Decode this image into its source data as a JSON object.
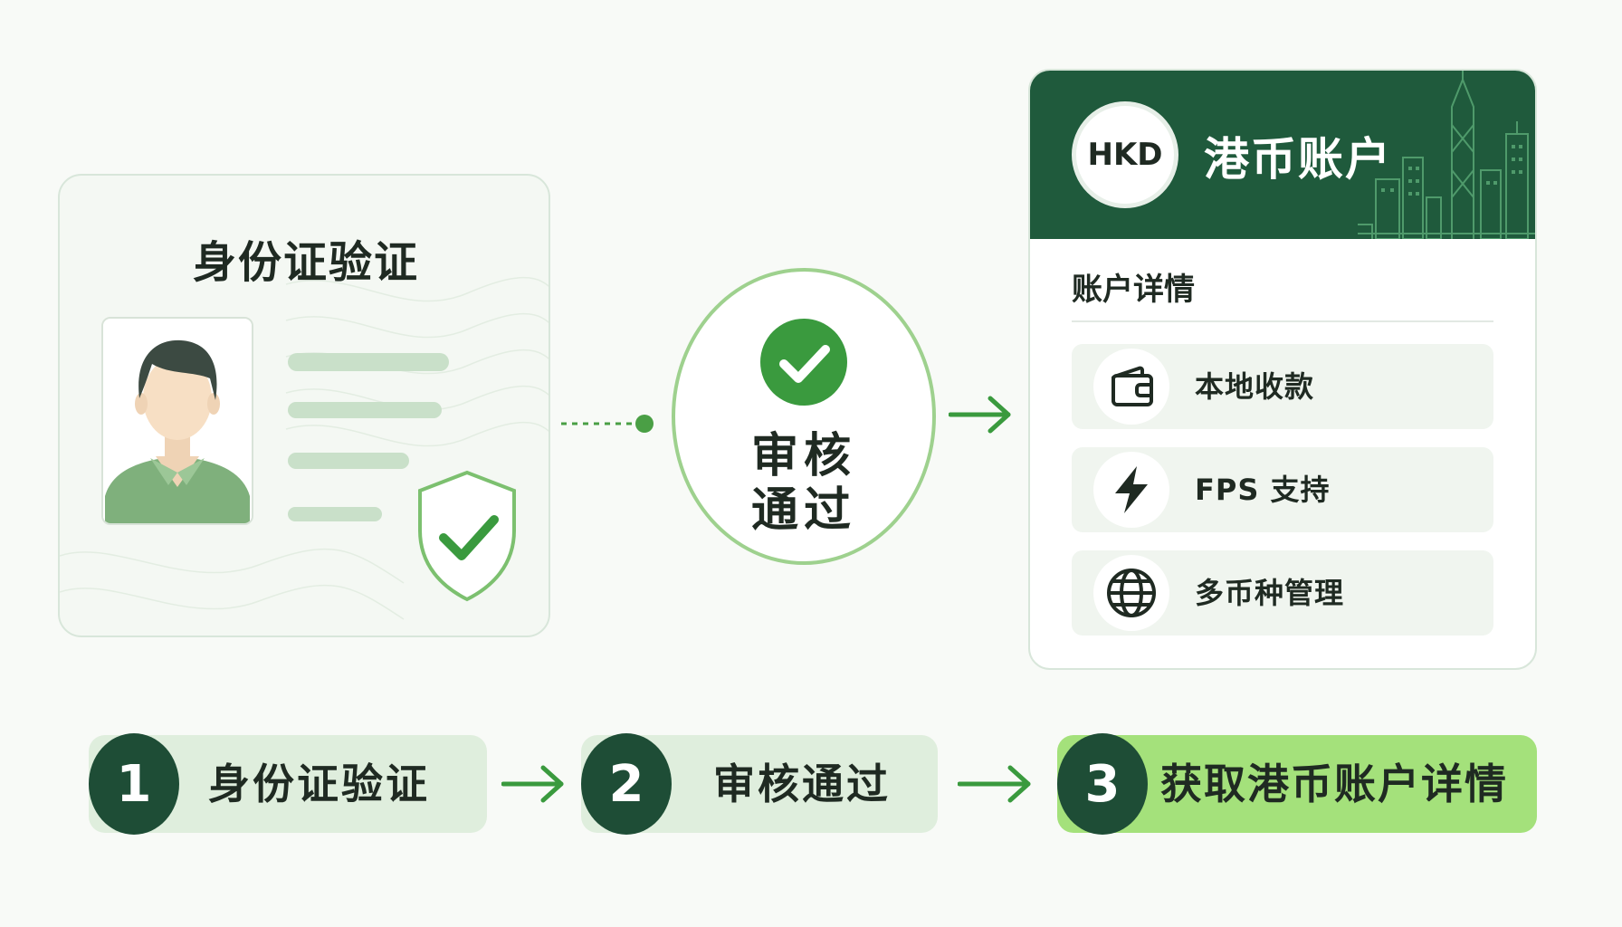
{
  "id_card": {
    "title": "身份证验证"
  },
  "approved": {
    "line1": "审核",
    "line2": "通过"
  },
  "account": {
    "badge": "HKD",
    "title": "港币账户",
    "details_title": "账户详情",
    "features": [
      {
        "icon": "wallet-icon",
        "label": "本地收款"
      },
      {
        "icon": "lightning-icon",
        "label": "FPS 支持"
      },
      {
        "icon": "globe-icon",
        "label": "多币种管理"
      }
    ]
  },
  "steps": [
    {
      "number": "1",
      "label": "身份证验证",
      "active": false
    },
    {
      "number": "2",
      "label": "审核通过",
      "active": false
    },
    {
      "number": "3",
      "label": "获取港币账户详情",
      "active": true
    }
  ],
  "colors": {
    "dark_green": "#1f5a3c",
    "step_circle": "#1e4d36",
    "accent_green": "#3a9a3e",
    "light_green": "#a4e17b",
    "pill_bg": "#dfeedd"
  }
}
